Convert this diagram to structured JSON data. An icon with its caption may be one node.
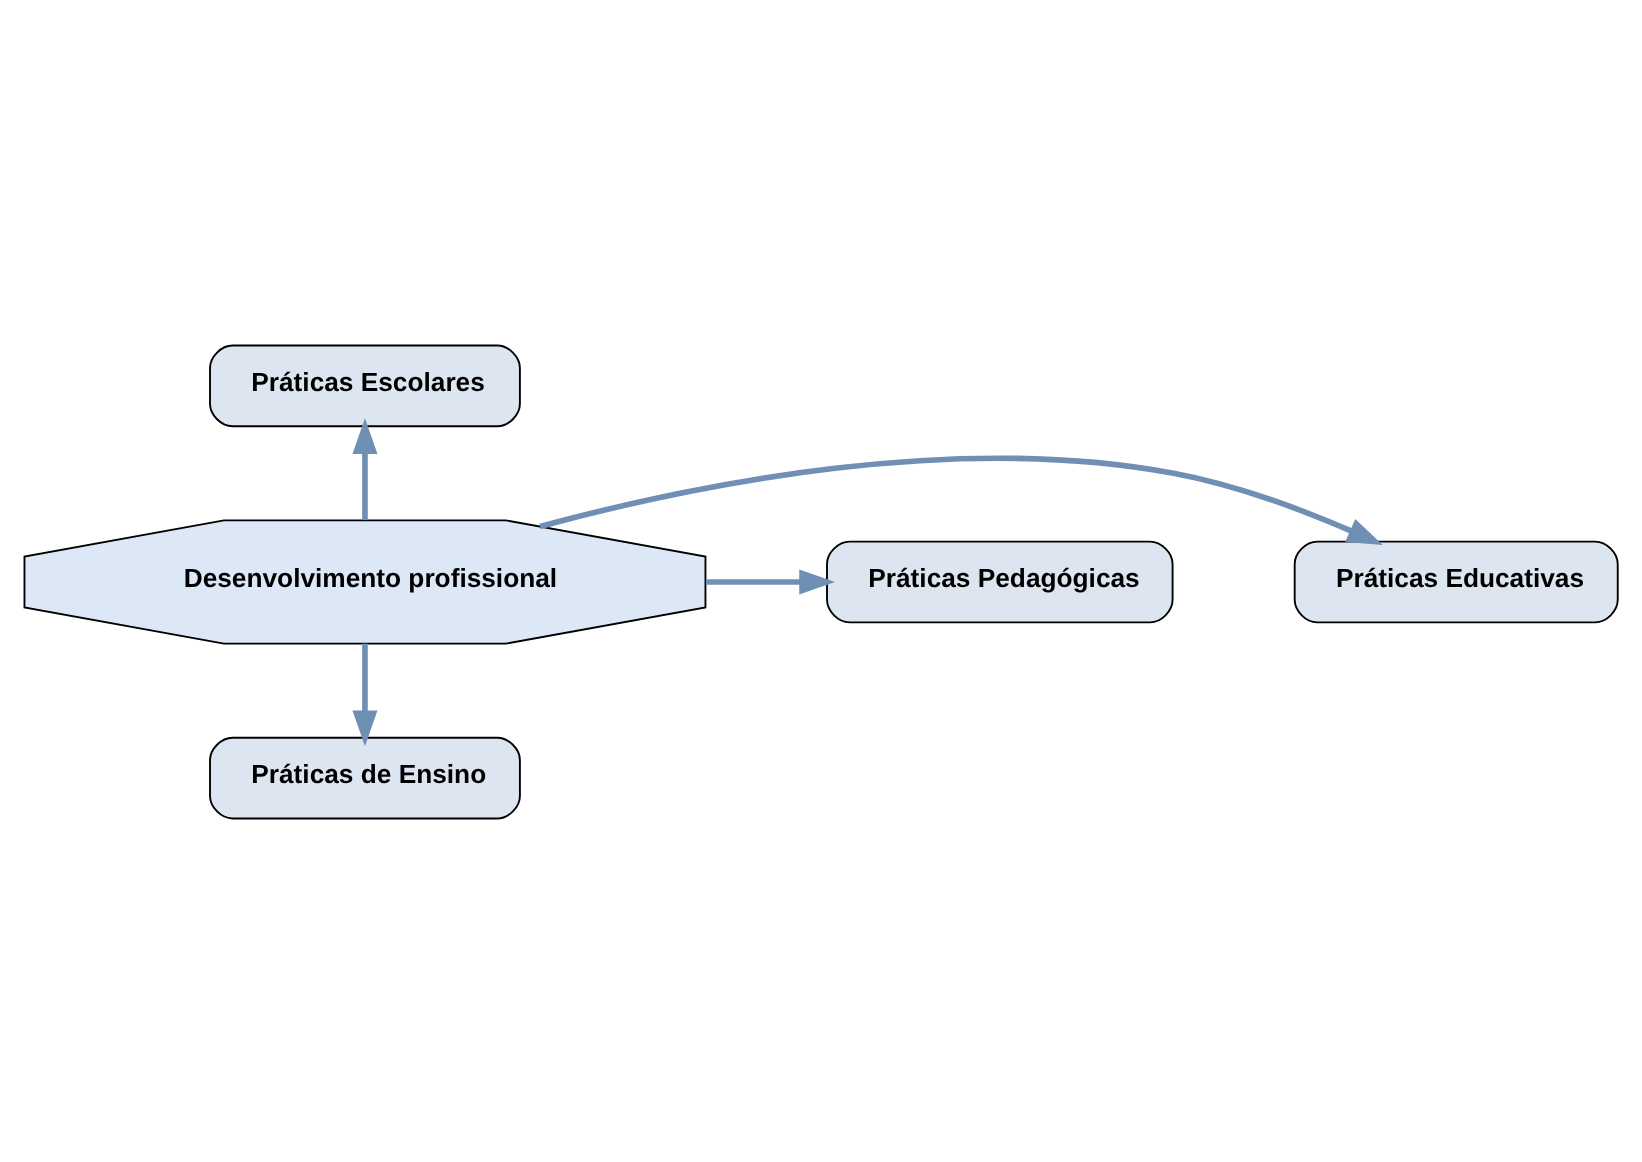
{
  "diagram": {
    "nodes": [
      {
        "text": [
          "Desenvolvimento profissional"
        ]
      },
      {
        "text": [
          "Práticas Escolares"
        ]
      },
      {
        "text": [
          "Práticas Educativas"
        ]
      },
      {
        "text": [
          "Práticas Pedagógicas"
        ]
      },
      {
        "text": [
          "Práticas de Ensino"
        ]
      }
    ],
    "edges": [
      {
        "from": 0,
        "to": 1,
        "arrow": "to"
      },
      {
        "from": 0,
        "to": 2,
        "arrow": "to"
      },
      {
        "from": 0,
        "to": 3,
        "arrow": "to"
      },
      {
        "from": 0,
        "to": 4,
        "arrow": "to"
      }
    ]
  }
}
